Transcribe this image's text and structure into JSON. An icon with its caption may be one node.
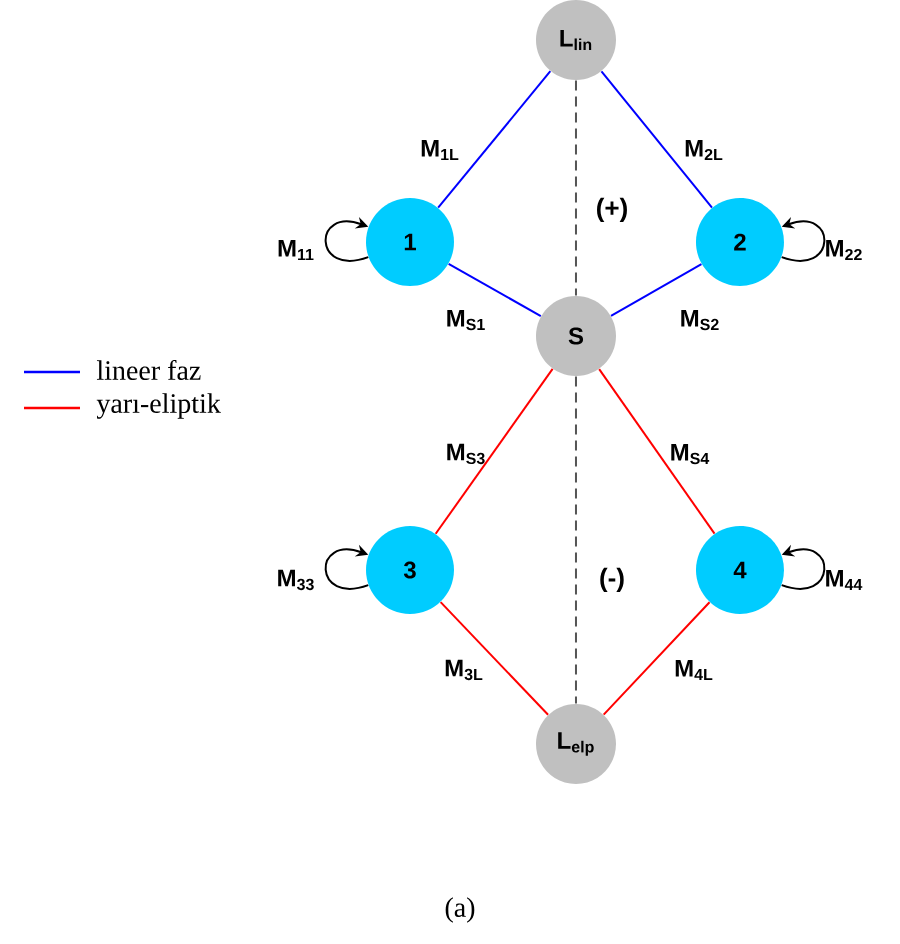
{
  "diagram": {
    "caption": "(a)",
    "nodes": [
      {
        "text": [
          "L$_{lin}$"
        ]
      },
      {
        "text": [
          "1"
        ]
      },
      {
        "text": [
          "2"
        ]
      },
      {
        "text": [
          "S"
        ]
      },
      {
        "text": [
          "3"
        ]
      },
      {
        "text": [
          "4"
        ]
      },
      {
        "text": [
          "L$_{elp}$"
        ]
      }
    ],
    "edges": [
      {
        "from": 0,
        "to": 1,
        "arrow": "none",
        "label": "M$_{1L}$",
        "color": "#0000ff"
      },
      {
        "from": 0,
        "to": 2,
        "arrow": "none",
        "label": "M$_{2L}$",
        "color": "#0000ff"
      },
      {
        "from": 1,
        "to": 3,
        "arrow": "none",
        "label": "M$_{S1}$",
        "color": "#0000ff"
      },
      {
        "from": 2,
        "to": 3,
        "arrow": "none",
        "label": "M$_{S2}$",
        "color": "#0000ff"
      },
      {
        "from": 3,
        "to": 4,
        "arrow": "none",
        "label": "M$_{S3}$",
        "color": "#ff0000"
      },
      {
        "from": 3,
        "to": 5,
        "arrow": "none",
        "label": "M$_{S4}$",
        "color": "#ff0000"
      },
      {
        "from": 4,
        "to": 6,
        "arrow": "none",
        "label": "M$_{3L}$",
        "color": "#ff0000"
      },
      {
        "from": 5,
        "to": 6,
        "arrow": "none",
        "label": "M$_{4L}$",
        "color": "#ff0000"
      },
      {
        "from": 1,
        "to": 1,
        "arrow": "to",
        "label": "M$_{11}$",
        "color": "#000000"
      },
      {
        "from": 2,
        "to": 2,
        "arrow": "to",
        "label": "M$_{22}$",
        "color": "#000000"
      },
      {
        "from": 4,
        "to": 4,
        "arrow": "to",
        "label": "M$_{33}$",
        "color": "#000000"
      },
      {
        "from": 5,
        "to": 5,
        "arrow": "to",
        "label": "M$_{44}$",
        "color": "#000000"
      },
      {
        "from": 0,
        "to": 3,
        "arrow": "none",
        "style": "dashed",
        "color": "#555555"
      },
      {
        "from": 3,
        "to": 6,
        "arrow": "none",
        "style": "dashed",
        "color": "#555555"
      }
    ],
    "labels": [
      "(+)",
      "(-)"
    ],
    "legend": [
      {
        "text": "lineer faz",
        "color": "#0000ff"
      },
      {
        "text": "yarı-eliptik",
        "color": "#ff0000"
      }
    ]
  }
}
